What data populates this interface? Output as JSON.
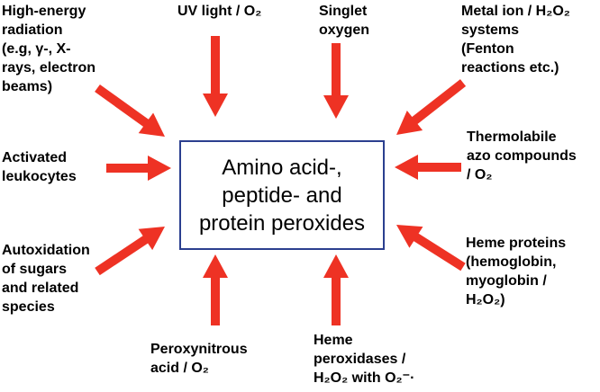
{
  "colors": {
    "arrow": "#ee3224",
    "box_border": "#2b3f8f",
    "text": "#000000",
    "background": "#ffffff"
  },
  "center": {
    "lines": [
      "Amino acid-,",
      "peptide- and",
      "protein peroxides"
    ]
  },
  "sources": [
    {
      "id": "radiation",
      "lines": [
        "High-energy",
        "radiation",
        "(e.g, γ-, X-",
        "rays, electron",
        "beams)"
      ]
    },
    {
      "id": "uv",
      "lines": [
        "UV light / O₂"
      ]
    },
    {
      "id": "singlet",
      "lines": [
        "Singlet",
        "oxygen"
      ]
    },
    {
      "id": "metal",
      "lines": [
        "Metal ion / H₂O₂",
        "systems",
        "(Fenton",
        "reactions etc.)"
      ]
    },
    {
      "id": "leukocytes",
      "lines": [
        "Activated",
        "leukocytes"
      ]
    },
    {
      "id": "azo",
      "lines": [
        "Thermolabile",
        "azo compounds",
        "/ O₂"
      ]
    },
    {
      "id": "sugars",
      "lines": [
        "Autoxidation",
        "of sugars",
        "and related",
        "species"
      ]
    },
    {
      "id": "heme_proteins",
      "lines": [
        "Heme proteins",
        "(hemoglobin,",
        "myoglobin /",
        "H₂O₂)"
      ]
    },
    {
      "id": "peroxynitrous",
      "lines": [
        "Peroxynitrous",
        "acid / O₂"
      ]
    },
    {
      "id": "peroxidases",
      "lines": [
        "Heme",
        "peroxidases /",
        "H₂O₂ with O₂⁻·"
      ]
    }
  ]
}
